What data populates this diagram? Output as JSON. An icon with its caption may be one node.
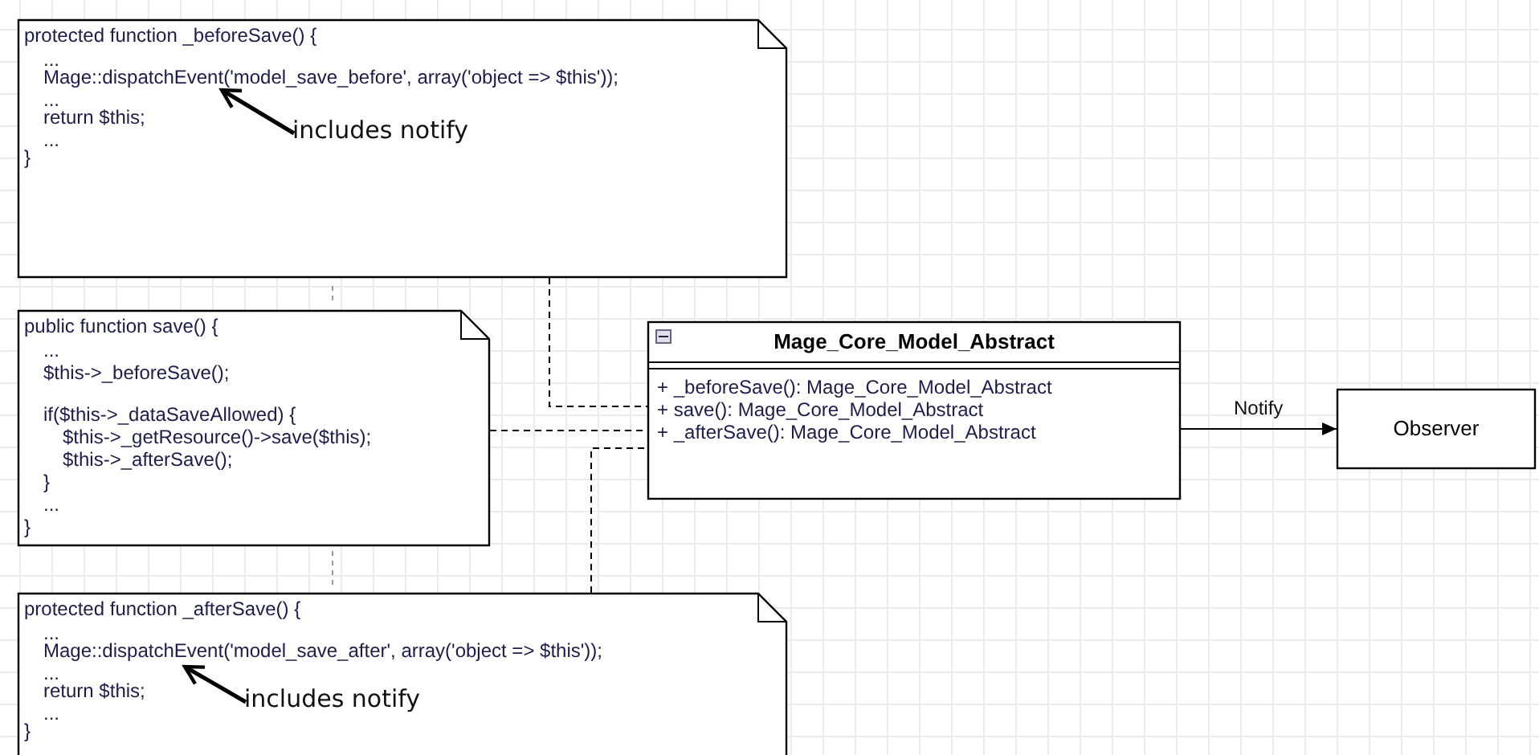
{
  "diagram": {
    "nodes": [
      {
        "text": [
          "protected function _beforeSave() {",
          "...",
          "Mage::dispatchEvent('model_save_before', array('object => $this'));",
          "...",
          "return $this;",
          "...",
          "}"
        ]
      },
      {
        "text": [
          "includes notify"
        ],
        "in": 0
      },
      {
        "text": [
          "public function save() {",
          "...",
          "$this->_beforeSave();",
          "if($this->_dataSaveAllowed) {",
          "$this->_getResource()->save($this);",
          "$this->_afterSave();",
          "}",
          "...",
          "}"
        ]
      },
      {
        "text": [
          "Mage_Core_Model_Abstract",
          "+ _beforeSave(): Mage_Core_Model_Abstract",
          "+ save(): Mage_Core_Model_Abstract",
          "+ _afterSave(): Mage_Core_Model_Abstract"
        ]
      },
      {
        "text": [
          "Observer"
        ]
      },
      {
        "text": [
          "protected function _afterSave() {",
          "...",
          "Mage::dispatchEvent('model_save_after', array('object => $this'));",
          "...",
          "return $this;",
          "...",
          "}"
        ]
      },
      {
        "text": [
          "includes notify"
        ],
        "in": 5
      }
    ],
    "edges": [
      {
        "from": 0,
        "to": 3,
        "arrow": "none",
        "style": "dashed"
      },
      {
        "from": 2,
        "to": 3,
        "arrow": "none",
        "style": "dashed"
      },
      {
        "from": 5,
        "to": 3,
        "arrow": "none",
        "style": "dashed"
      },
      {
        "from": 3,
        "to": 4,
        "arrow": "to",
        "label": "Notify"
      },
      {
        "from": 1,
        "to": null,
        "arrow": "to",
        "style": "thick"
      },
      {
        "from": 6,
        "to": null,
        "arrow": "to",
        "style": "thick"
      }
    ]
  }
}
